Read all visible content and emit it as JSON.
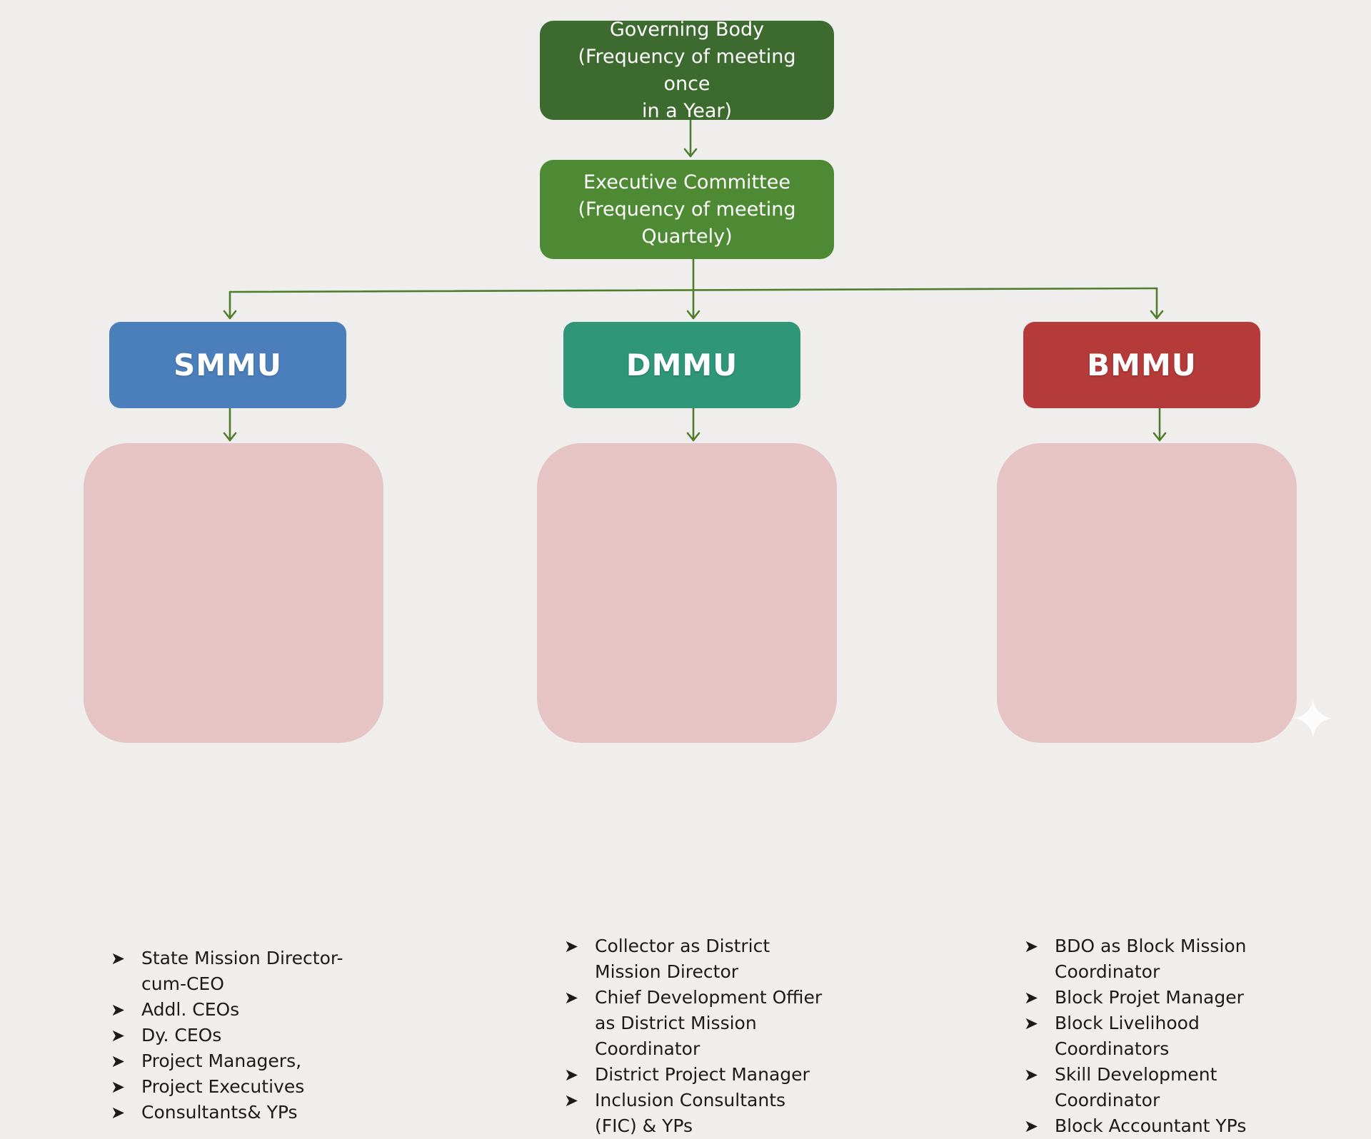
{
  "colors": {
    "background": "#efeeec",
    "governing_body": "#3d6b2f",
    "executive_committee": "#4e8a33",
    "smmu": "#4a7fbb",
    "dmmu": "#2f9678",
    "bmmu": "#b53a3a",
    "panel": "#e6c4c5",
    "connector": "#4f7d2c"
  },
  "governing_body": {
    "lines": [
      "Governing Body",
      "(Frequency of meeting once",
      "in a Year)"
    ]
  },
  "executive_committee": {
    "lines": [
      "Executive Committee",
      "(Frequency of meeting",
      "Quartely)"
    ]
  },
  "units": [
    {
      "label": "SMMU",
      "members": [
        "State Mission Director-cum-CEO",
        "Addl. CEOs",
        "Dy. CEOs",
        "Project Managers,",
        "Project Executives",
        "Consultants& YPs"
      ]
    },
    {
      "label": "DMMU",
      "members": [
        "Collector as District Mission Director",
        "Chief Development Offier as District Mission Coordinator",
        "District Project Manager",
        "Inclusion Consultants (FIC) & YPs"
      ]
    },
    {
      "label": "BMMU",
      "members": [
        "BDO as Block Mission Coordinator",
        "Block Projet Manager",
        "Block Livelihood Coordinators",
        "Skill Development Coordinator",
        "Block Accountant YPs"
      ]
    }
  ],
  "icons": {
    "bullet": "arrowhead-bullet-icon",
    "arrow": "down-arrow-icon",
    "watermark": "sparkle-icon"
  }
}
